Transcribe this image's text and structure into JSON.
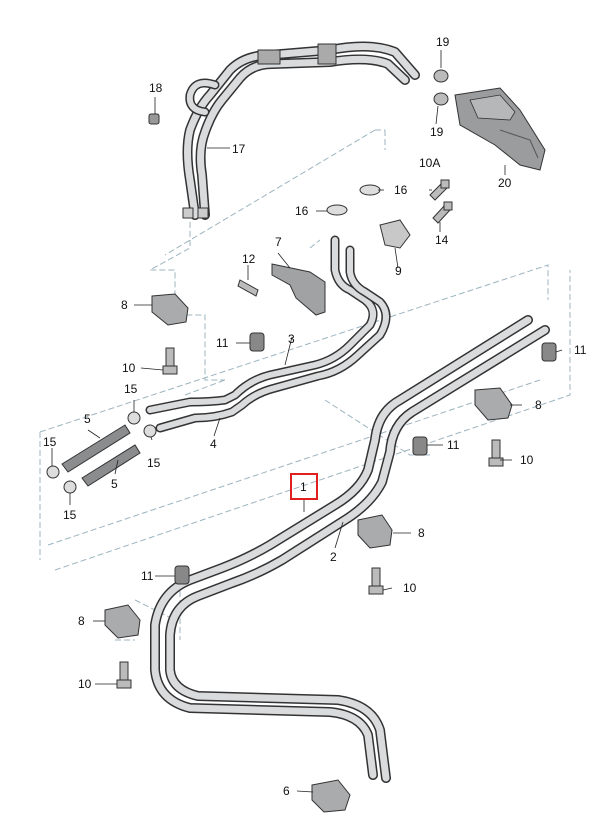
{
  "callouts": {
    "c1": "1",
    "c2": "2",
    "c3": "3",
    "c4": "4",
    "c5a": "5",
    "c5b": "5",
    "c6": "6",
    "c7": "7",
    "c8a": "8",
    "c8b": "8",
    "c8c": "8",
    "c8d": "8",
    "c9": "9",
    "c10a": "10",
    "c10b": "10",
    "c10c": "10",
    "c10d": "10",
    "c10A": "10A",
    "c11a": "11",
    "c11b": "11",
    "c11c": "11",
    "c11d": "11",
    "c12": "12",
    "c14": "14",
    "c15a": "15",
    "c15b": "15",
    "c15c": "15",
    "c15d": "15",
    "c16a": "16",
    "c16b": "16",
    "c17": "17",
    "c18": "18",
    "c19a": "19",
    "c19b": "19",
    "c20": "20"
  },
  "highlight": {
    "part": "1",
    "color": "#e02020"
  },
  "colors": {
    "pipe": "#d9dbdd",
    "outline": "#333333",
    "guide": "#9db4c0"
  }
}
